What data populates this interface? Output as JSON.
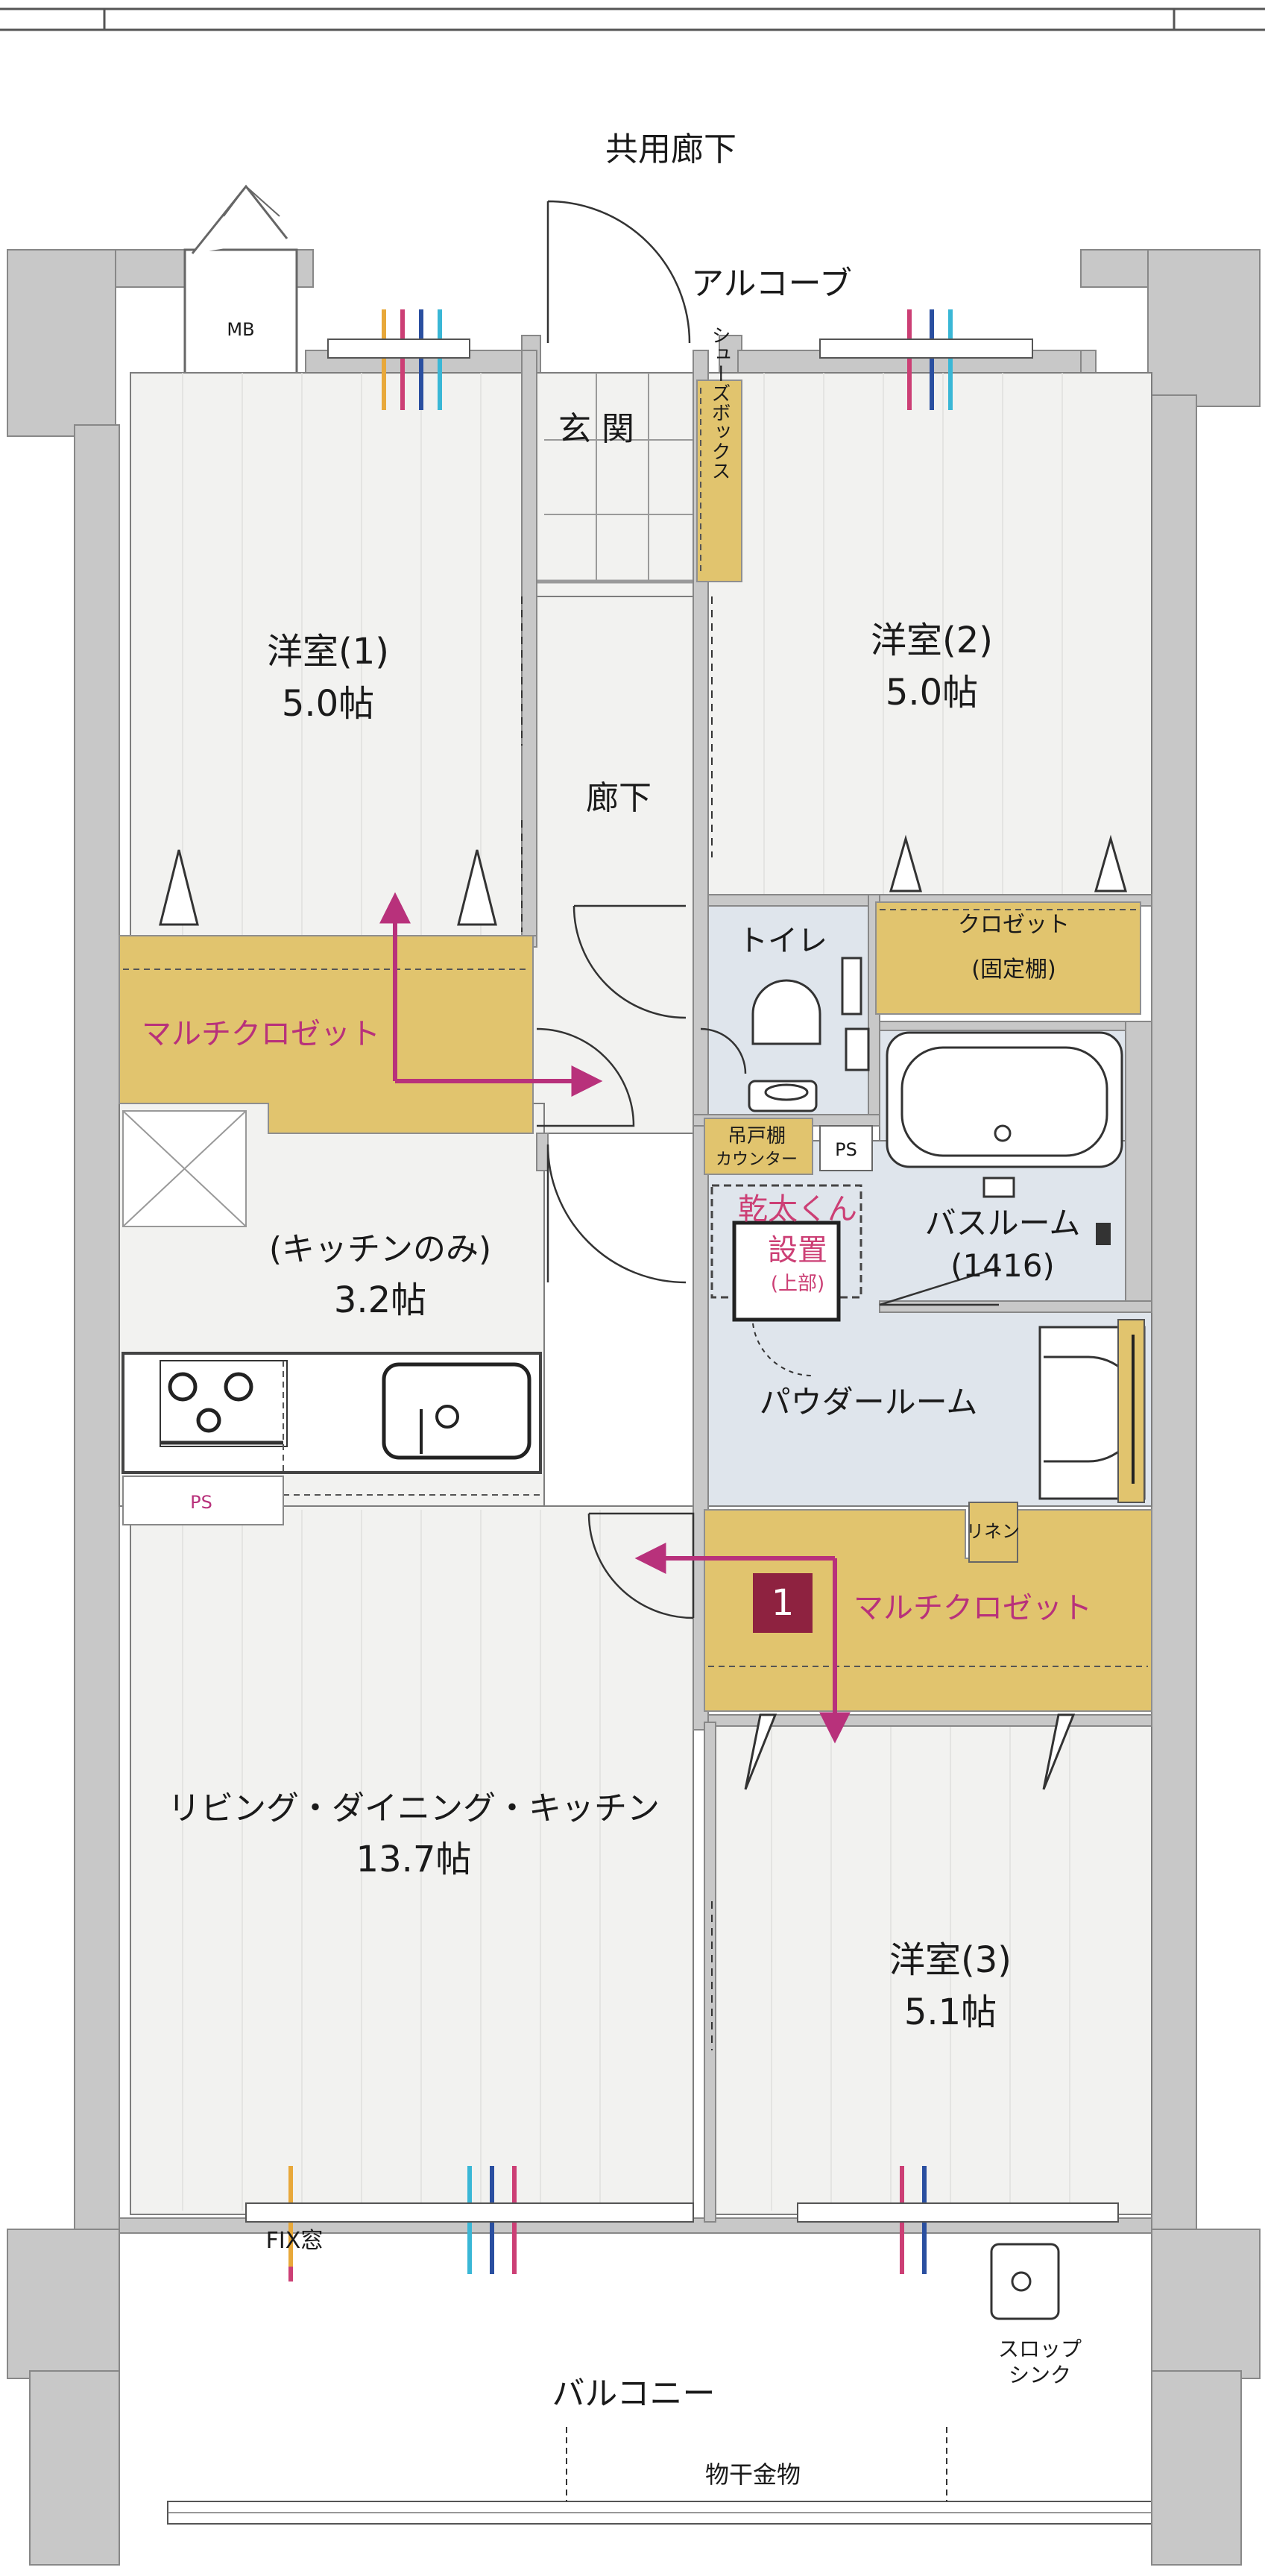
{
  "exterior": {
    "corridor": "共用廊下",
    "alcove": "アルコーブ",
    "mb": "MB",
    "balcony": "バルコニー",
    "fix_window": "FIX窓",
    "slop_sink_line1": "スロップ",
    "slop_sink_line2": "シンク",
    "laundry_hanger": "物干金物"
  },
  "rooms": {
    "western1_name": "洋室(1)",
    "western1_size": "5.0帖",
    "western2_name": "洋室(2)",
    "western2_size": "5.0帖",
    "western3_name": "洋室(3)",
    "western3_size": "5.1帖",
    "entrance": "玄 関",
    "hallway": "廊下",
    "kitchen_only": "(キッチンのみ)",
    "kitchen_size": "3.2帖",
    "ldk_name": "リビング・ダイニング・キッチン",
    "ldk_size": "13.7帖",
    "toilet": "トイレ",
    "bathroom_name": "バスルーム",
    "bathroom_size": "(1416)",
    "powder_room": "パウダールーム"
  },
  "storage": {
    "shoe_box": "シューズボックス",
    "multi_closet": "マルチクロゼット",
    "closet_line1": "クロゼット",
    "closet_line2": "(固定棚)",
    "hanging_shelf_line1": "吊戸棚",
    "hanging_shelf_line2": "カウンター",
    "linen": "リネン",
    "ps": "PS"
  },
  "features": {
    "dryer_line1": "乾太くん",
    "dryer_line2": "設置",
    "dryer_line3": "(上部)",
    "badge_number": "1"
  },
  "colors": {
    "wall": "#c8c8c8",
    "floor": "#f2f2f0",
    "wet_area": "#dfe5ec",
    "storage": "#e1c46e",
    "accent": "#b8317b",
    "badge": "#8e2240"
  }
}
